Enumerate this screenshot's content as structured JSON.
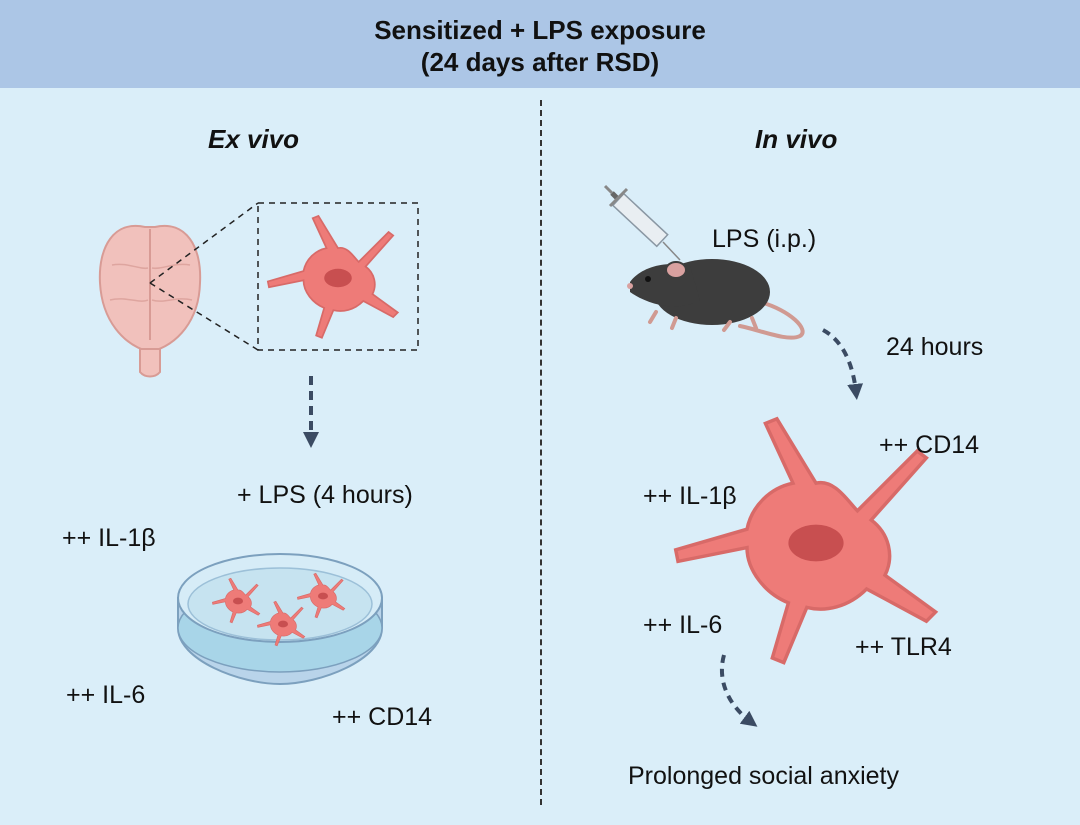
{
  "header": {
    "title_line1": "Sensitized + LPS exposure",
    "title_line2": "(24 days after RSD)"
  },
  "ex_vivo": {
    "title": "Ex vivo",
    "treatment": "+ LPS (4 hours)",
    "markers": [
      "++ IL-1β",
      "++ IL-6",
      "++ CD14"
    ]
  },
  "in_vivo": {
    "title": "In vivo",
    "injection": "LPS (i.p.)",
    "time": "24 hours",
    "markers": [
      "++ CD14",
      "++ IL-1β",
      "++ IL-6",
      "++ TLR4"
    ],
    "outcome": "Prolonged social anxiety"
  },
  "colors": {
    "header_bg": "#acc6e6",
    "panel_bg": "#daeef9",
    "microglia": "#ee7b78",
    "arrow": "#3b4b63"
  },
  "icons": [
    "brain-icon",
    "microglia-icon",
    "petri-dish-icon",
    "syringe-icon",
    "mouse-icon"
  ]
}
